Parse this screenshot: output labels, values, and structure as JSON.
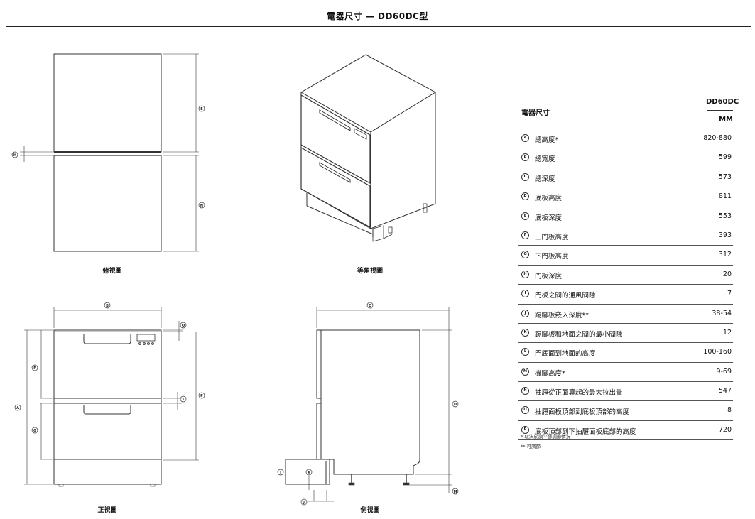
{
  "title": "電器尺寸 — DD60DC型",
  "views": {
    "top": "俯視圖",
    "iso": "等角視圖",
    "front": "正視圖",
    "side": "側視圖"
  },
  "markers": {
    "A": "A",
    "B": "B",
    "C": "C",
    "D": "D",
    "E": "E",
    "F": "F",
    "G": "G",
    "H": "H",
    "I": "I",
    "J": "J",
    "K": "K",
    "M": "M",
    "N": "N",
    "O": "O",
    "P": "P"
  },
  "table": {
    "header_label": "電器尺寸",
    "model": "DD60DC",
    "unit": "MM",
    "rows": [
      {
        "key": "A",
        "name": "總高度*",
        "value": "820-880"
      },
      {
        "key": "B",
        "name": "總寬度",
        "value": "599"
      },
      {
        "key": "C",
        "name": "總深度",
        "value": "573"
      },
      {
        "key": "D",
        "name": "底板高度",
        "value": "811"
      },
      {
        "key": "E",
        "name": "底板深度",
        "value": "553"
      },
      {
        "key": "F",
        "name": "上門板高度",
        "value": "393"
      },
      {
        "key": "G",
        "name": "下門板高度",
        "value": "312"
      },
      {
        "key": "H",
        "name": "門板深度",
        "value": "20"
      },
      {
        "key": "I",
        "name": "門板之間的通風間隙",
        "value": "7"
      },
      {
        "key": "J",
        "name": "踢腳板嵌入深度**",
        "value": "38-54"
      },
      {
        "key": "K",
        "name": "踢腳板和地面之間的最小間隙",
        "value": "12"
      },
      {
        "key": "L",
        "name": "門底面到地面的高度",
        "value": "100-160"
      },
      {
        "key": "M",
        "name": "機腳高度*",
        "value": "9-69"
      },
      {
        "key": "N",
        "name": "抽屜從正面算起的最大拉出量",
        "value": "547"
      },
      {
        "key": "O",
        "name": "抽屜面板頂部到底板頂部的高度",
        "value": "8"
      },
      {
        "key": "P",
        "name": "底板頂部到下抽屜面板底部的高度",
        "value": "720"
      }
    ]
  },
  "notes": {
    "n1": "* 取決於調平腳調節情況",
    "n2": "** 可調節"
  }
}
